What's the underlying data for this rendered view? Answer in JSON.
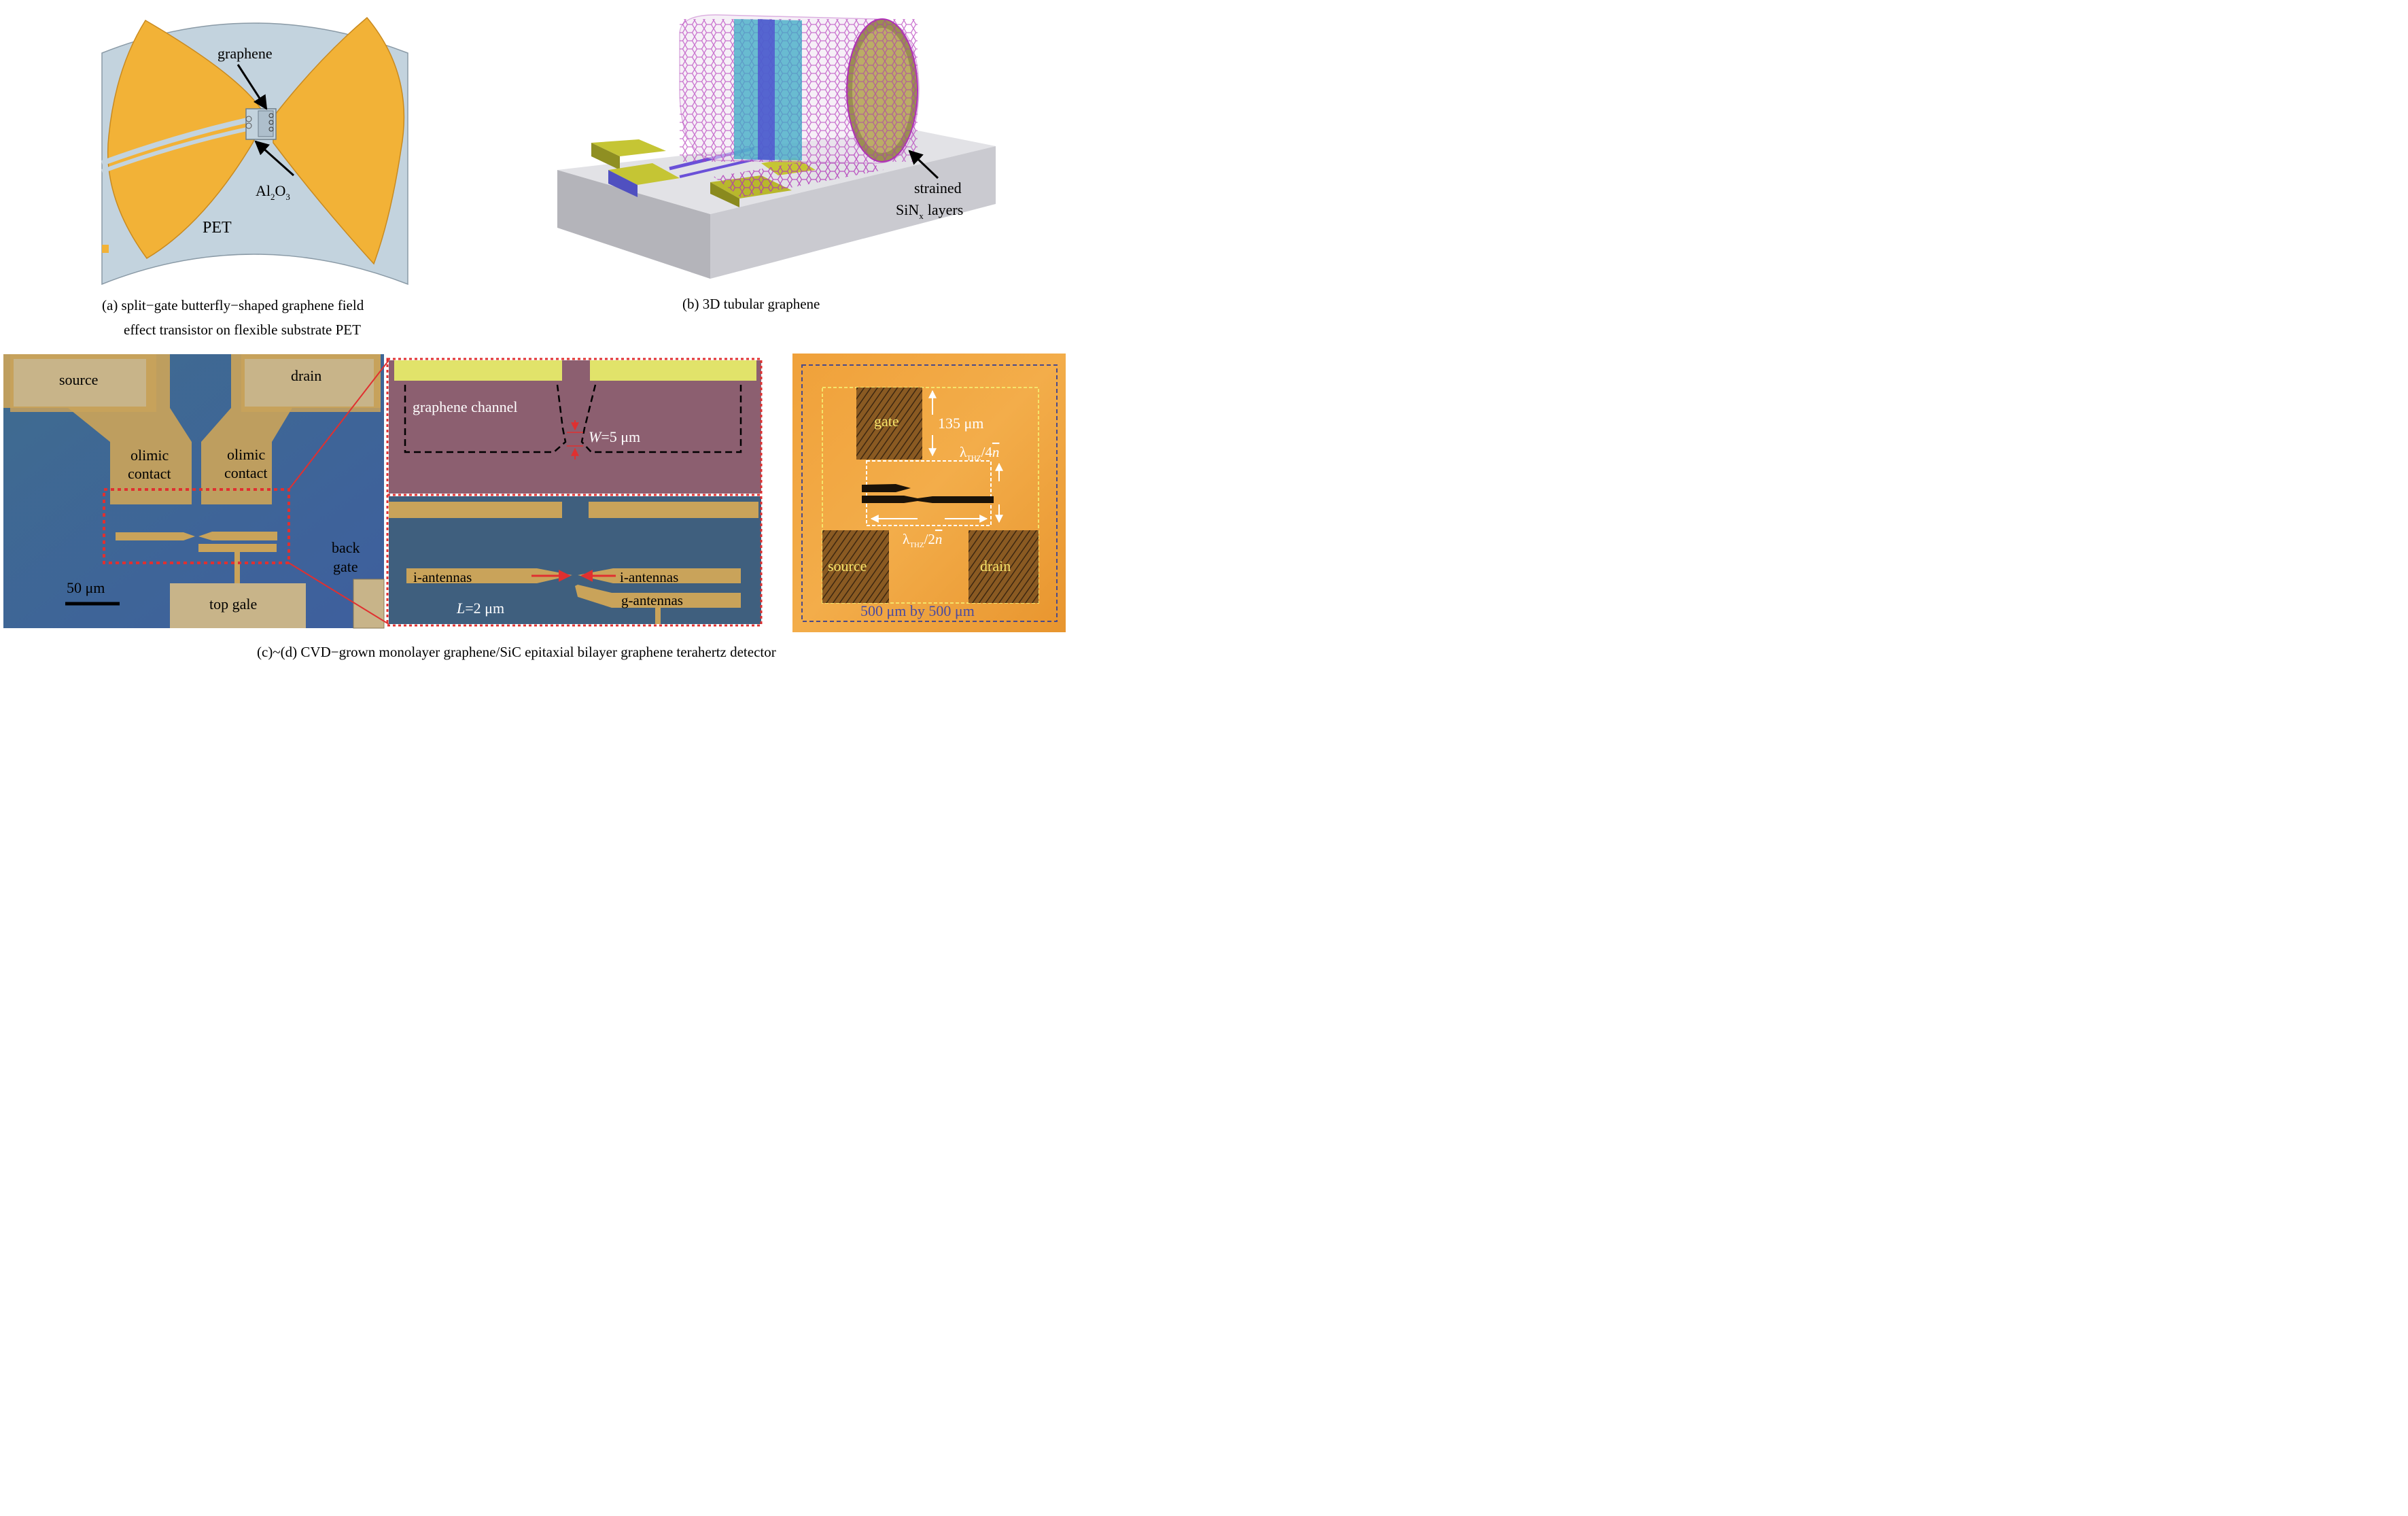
{
  "panel_a": {
    "label_graphene": "graphene",
    "label_al2o3_main": "Al",
    "label_al2o3_sub1": "2",
    "label_al2o3_o": "O",
    "label_al2o3_sub2": "3",
    "label_pet": "PET",
    "caption_line1": "(a) split−gate butterfly−shaped graphene field",
    "caption_line2": "effect transistor on flexible substrate PET"
  },
  "panel_b": {
    "label_strained": "strained",
    "label_sin": "SiN",
    "label_sin_sub": "x",
    "label_layers": "layers",
    "caption": "(b) 3D tubular graphene"
  },
  "panel_c": {
    "label_source": "source",
    "label_drain": "drain",
    "label_ohmic_left_1": "olimic",
    "label_ohmic_left_2": "contact",
    "label_ohmic_right_1": "olimic",
    "label_ohmic_right_2": "contact",
    "label_back_gate_1": "back",
    "label_back_gate_2": "gate",
    "label_top_gate": "top gale",
    "label_scale": "50 μm",
    "label_graphene_channel": "graphene channel",
    "label_w_italic": "W",
    "label_w_value": "=5 μm",
    "label_i_antennas_left": "i-antennas",
    "label_i_antennas_right": "i-antennas",
    "label_g_antennas": "g-antennas",
    "label_l_italic": "L",
    "label_l_value": "=2 μm"
  },
  "panel_d": {
    "label_gate": "gate",
    "label_135": "135 μm",
    "label_lambda_4n_main": "λ",
    "label_lambda_4n_sub": "THZ",
    "label_lambda_4n_tail": "/4",
    "label_lambda_4n_n": "n",
    "label_lambda_2n_main": "λ",
    "label_lambda_2n_sub": "THZ",
    "label_lambda_2n_tail": "/2",
    "label_lambda_2n_n": "n",
    "label_source": "source",
    "label_drain": "drain",
    "label_size": "500 μm by 500 μm"
  },
  "caption_cd": "(c)~(d) CVD−grown monolayer graphene/SiC epitaxial bilayer graphene terahertz detector"
}
